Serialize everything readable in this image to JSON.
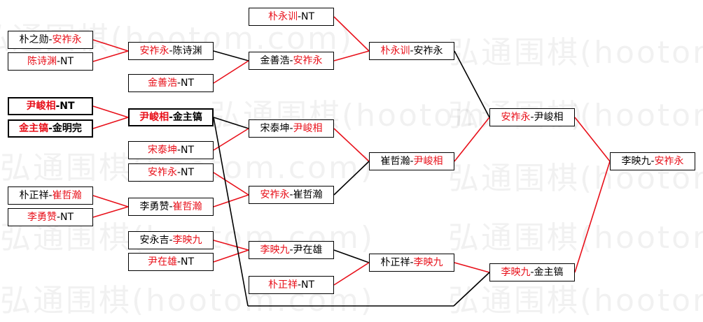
{
  "watermark": "弘通围棋(hootom.com)",
  "colors": {
    "red": "#e8101a",
    "black": "#000000"
  },
  "matches": [
    {
      "id": "r1a",
      "p1": "朴之勋",
      "p1c": "black",
      "p2": "安祚永",
      "p2c": "red"
    },
    {
      "id": "r1b",
      "p1": "陈诗渊",
      "p1c": "red",
      "p2": "NT",
      "p2c": "black"
    },
    {
      "id": "r1c",
      "p1": "尹峻相",
      "p1c": "red",
      "p2": "NT",
      "p2c": "black",
      "bold": true
    },
    {
      "id": "r1d",
      "p1": "金主镐",
      "p1c": "red",
      "p2": "金明完",
      "p2c": "black",
      "bold": true
    },
    {
      "id": "r1e",
      "p1": "朴正祥",
      "p1c": "black",
      "p2": "崔哲瀚",
      "p2c": "red"
    },
    {
      "id": "r1f",
      "p1": "李勇赞",
      "p1c": "red",
      "p2": "NT",
      "p2c": "black"
    },
    {
      "id": "r2a",
      "p1": "安祚永",
      "p1c": "red",
      "p2": "陈诗渊",
      "p2c": "black"
    },
    {
      "id": "r2b",
      "p1": "金善浩",
      "p1c": "red",
      "p2": "NT",
      "p2c": "black"
    },
    {
      "id": "r2c",
      "p1": "尹峻相",
      "p1c": "red",
      "p2": "金主镐",
      "p2c": "black",
      "bold": true
    },
    {
      "id": "r2d",
      "p1": "宋泰坤",
      "p1c": "red",
      "p2": "NT",
      "p2c": "black"
    },
    {
      "id": "r2e",
      "p1": "安祚永",
      "p1c": "red",
      "p2": "NT",
      "p2c": "black"
    },
    {
      "id": "r2f",
      "p1": "李勇赞",
      "p1c": "black",
      "p2": "崔哲瀚",
      "p2c": "red"
    },
    {
      "id": "r2g",
      "p1": "安永吉",
      "p1c": "black",
      "p2": "李映九",
      "p2c": "red"
    },
    {
      "id": "r2h",
      "p1": "尹在雄",
      "p1c": "red",
      "p2": "NT",
      "p2c": "black"
    },
    {
      "id": "r3a",
      "p1": "朴永训",
      "p1c": "red",
      "p2": "NT",
      "p2c": "black"
    },
    {
      "id": "r3b",
      "p1": "金善浩",
      "p1c": "black",
      "p2": "安祚永",
      "p2c": "red"
    },
    {
      "id": "r3c",
      "p1": "宋泰坤",
      "p1c": "black",
      "p2": "尹峻相",
      "p2c": "red"
    },
    {
      "id": "r3d",
      "p1": "安祚永",
      "p1c": "red",
      "p2": "崔哲瀚",
      "p2c": "black"
    },
    {
      "id": "r3e",
      "p1": "李映九",
      "p1c": "red",
      "p2": "尹在雄",
      "p2c": "black"
    },
    {
      "id": "r3f",
      "p1": "朴正祥",
      "p1c": "red",
      "p2": "NT",
      "p2c": "black"
    },
    {
      "id": "r4a",
      "p1": "朴永训",
      "p1c": "red",
      "p2": "安祚永",
      "p2c": "black"
    },
    {
      "id": "r4b",
      "p1": "崔哲瀚",
      "p1c": "black",
      "p2": "尹峻相",
      "p2c": "red"
    },
    {
      "id": "r4c",
      "p1": "朴正祥",
      "p1c": "black",
      "p2": "李映九",
      "p2c": "red"
    },
    {
      "id": "r5a",
      "p1": "安祚永",
      "p1c": "red",
      "p2": "尹峻相",
      "p2c": "black"
    },
    {
      "id": "r5b",
      "p1": "李映九",
      "p1c": "red",
      "p2": "金主镐",
      "p2c": "black"
    },
    {
      "id": "final",
      "p1": "李映九",
      "p1c": "black",
      "p2": "安祚永",
      "p2c": "red"
    }
  ]
}
